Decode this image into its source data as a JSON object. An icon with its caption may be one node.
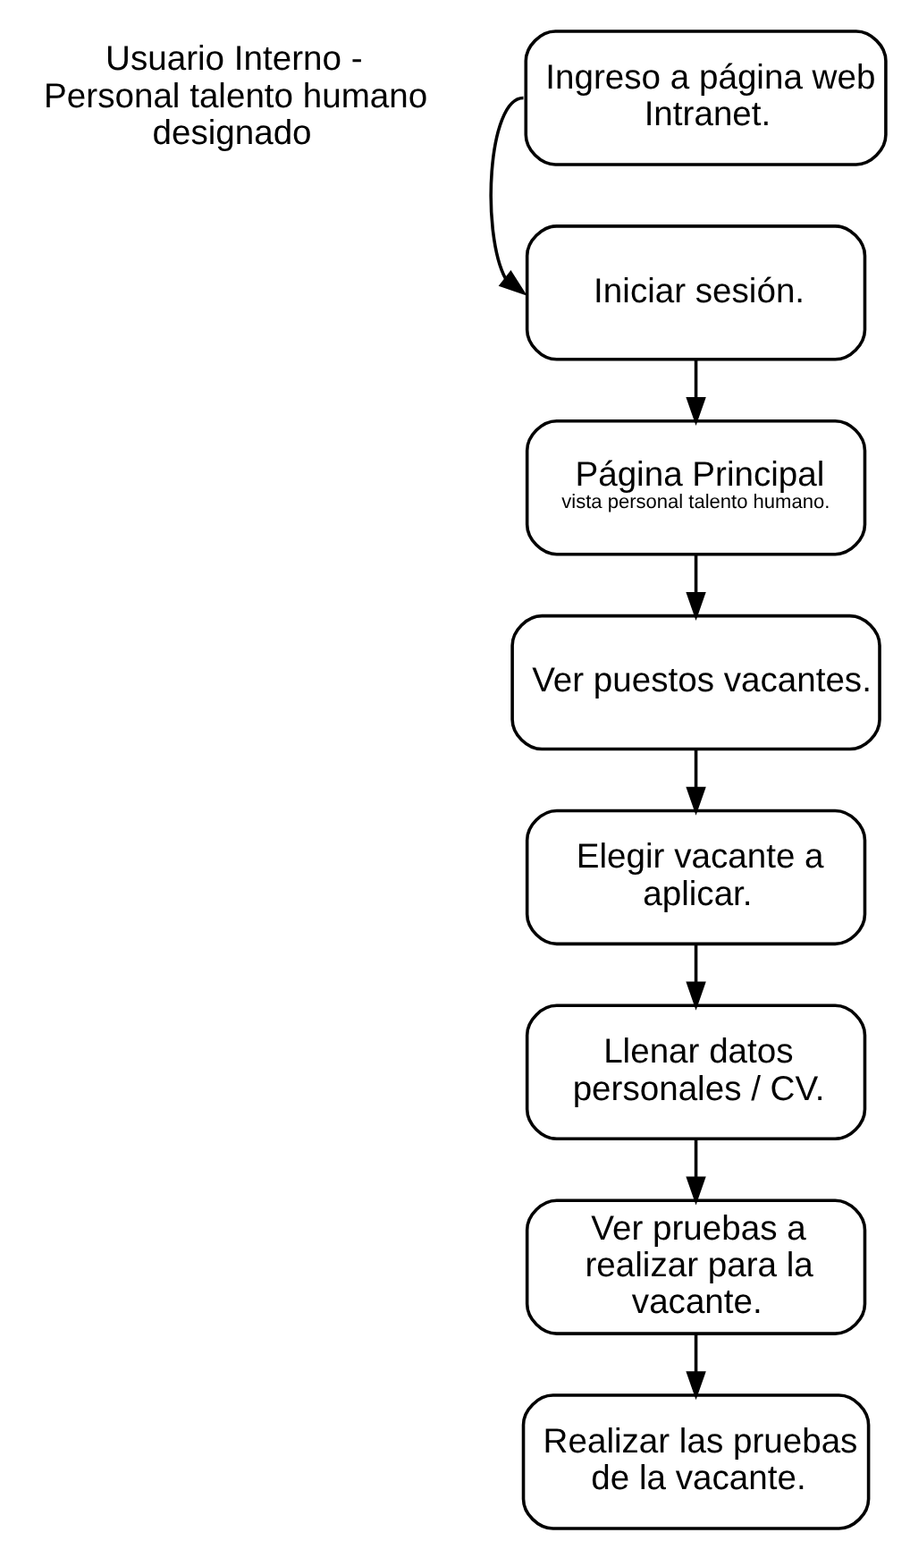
{
  "diagram": {
    "nodes": [
      {
        "text": [
          "Ingreso a página web Intranet."
        ]
      },
      {
        "text": [
          "Iniciar sesión."
        ]
      },
      {
        "text": [
          "Página Principal",
          "vista personal talento humano."
        ]
      },
      {
        "text": [
          "Ver puestos vacantes."
        ]
      },
      {
        "text": [
          "Elegir vacante a aplicar."
        ]
      },
      {
        "text": [
          "Llenar datos personales / CV."
        ]
      },
      {
        "text": [
          "Ver pruebas a realizar para la vacante."
        ]
      },
      {
        "text": [
          "Realizar las pruebas de la vacante."
        ]
      }
    ],
    "edges": [
      {
        "from": 0,
        "to": 1,
        "arrow": "to"
      },
      {
        "from": 1,
        "to": 2,
        "arrow": "to"
      },
      {
        "from": 2,
        "to": 3,
        "arrow": "to"
      },
      {
        "from": 3,
        "to": 4,
        "arrow": "to"
      },
      {
        "from": 4,
        "to": 5,
        "arrow": "to"
      },
      {
        "from": 5,
        "to": 6,
        "arrow": "to"
      },
      {
        "from": 6,
        "to": 7,
        "arrow": "to"
      }
    ],
    "labels": [
      "Usuario Interno - Personal talento humano designado"
    ]
  }
}
